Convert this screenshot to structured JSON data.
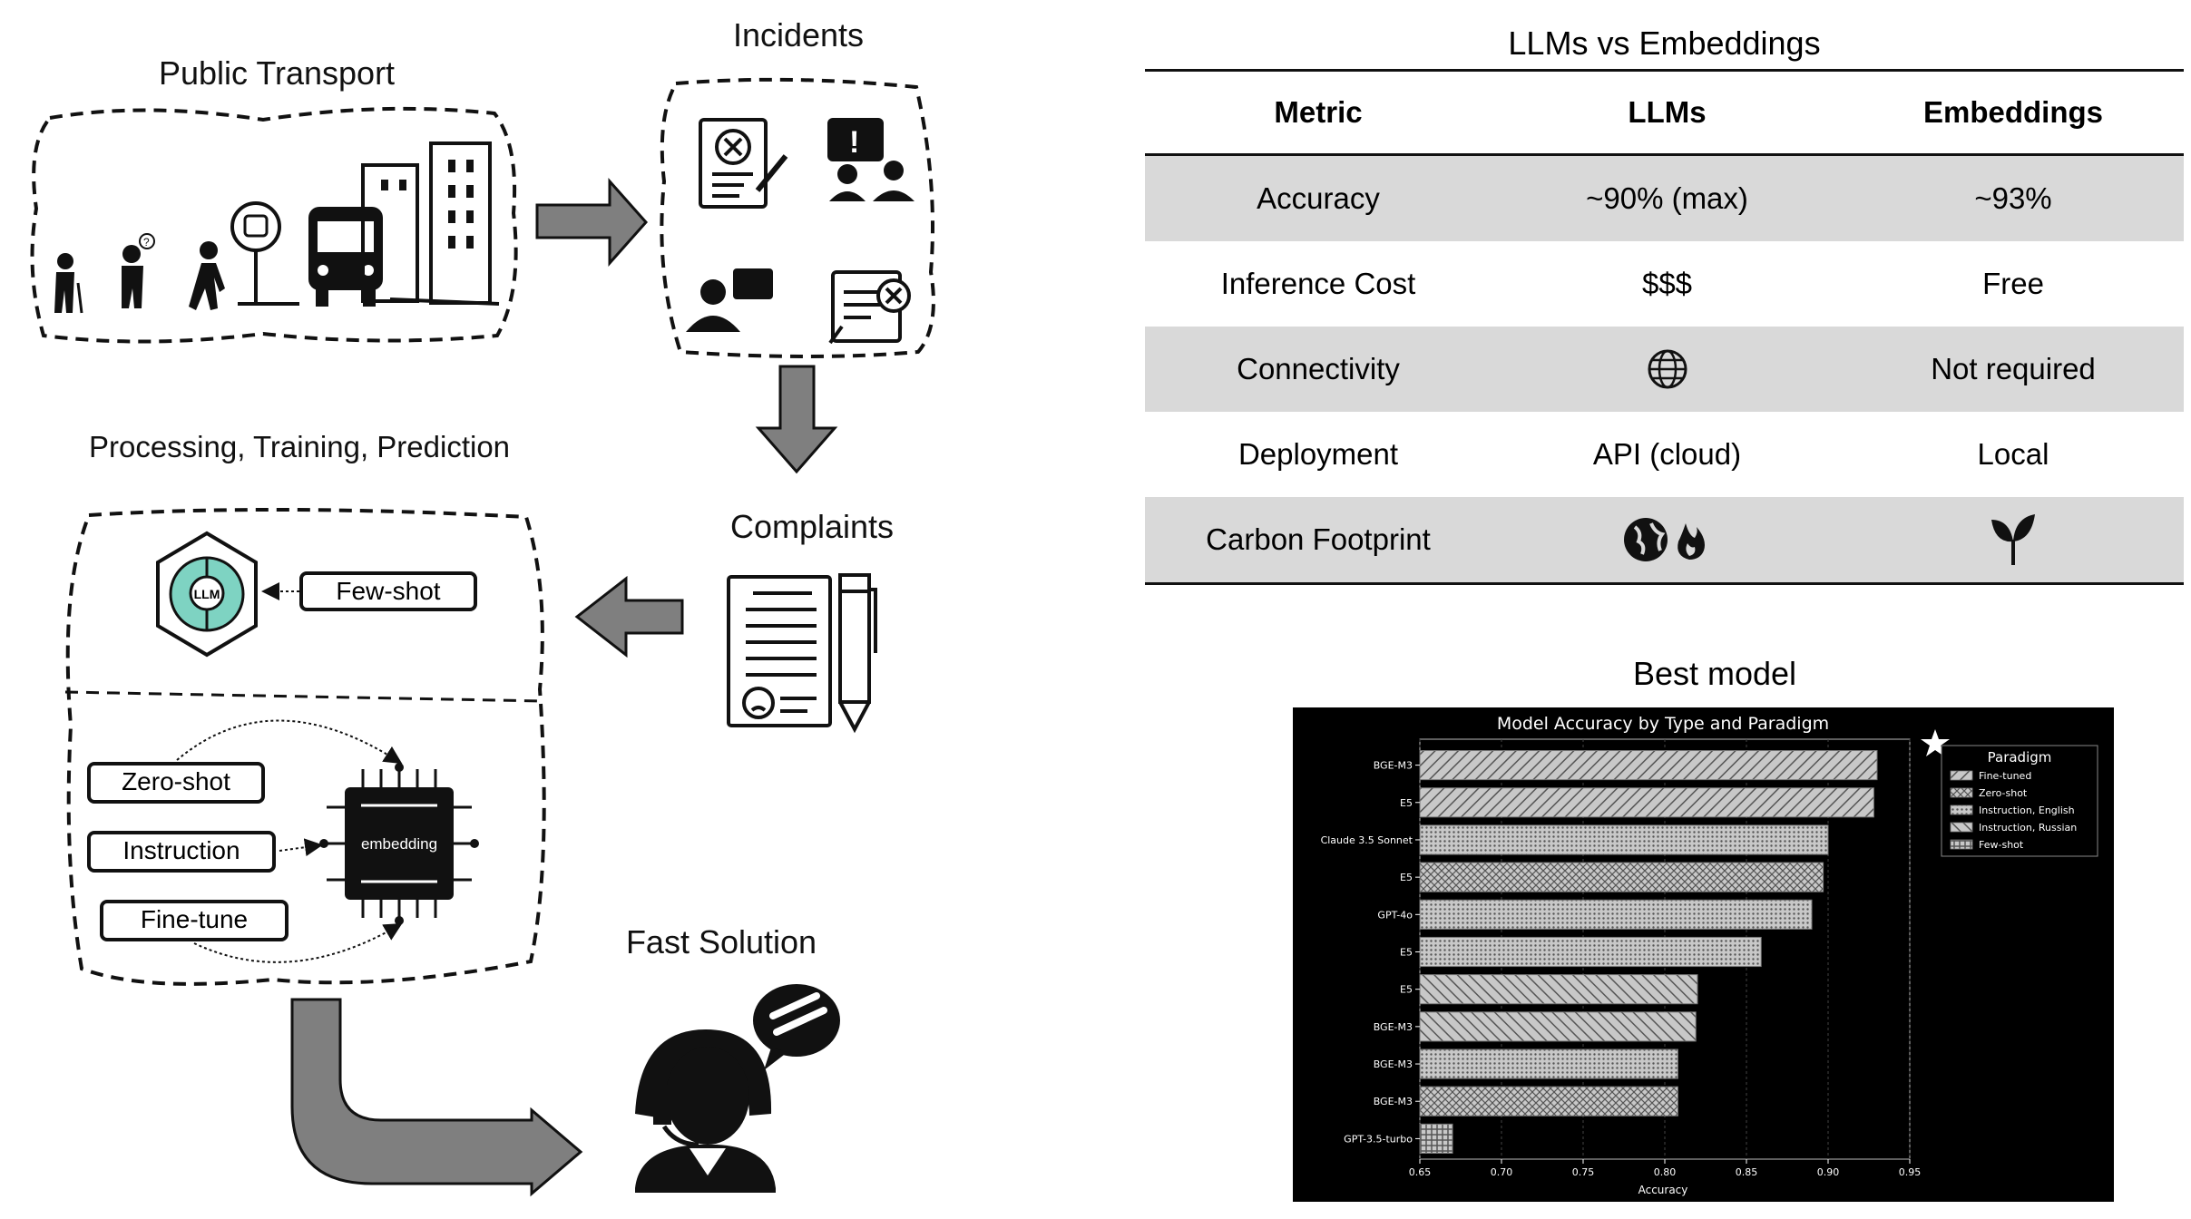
{
  "diagram": {
    "public_transport": "Public Transport",
    "incidents": "Incidents",
    "complaints": "Complaints",
    "processing": "Processing, Training, Prediction",
    "fast_solution": "Fast Solution",
    "llm_badge": "LLM",
    "few_shot": "Few-shot",
    "zero_shot": "Zero-shot",
    "instruction": "Instruction",
    "fine_tune": "Fine-tune",
    "embedding": "embedding",
    "icons": [
      "elderly-person-icon",
      "confused-person-icon",
      "walking-person-icon",
      "bus-stop-icon",
      "bus-icon",
      "buildings-icon",
      "rejected-document-icon",
      "alert-person-icon",
      "chat-person-icon",
      "document-search-icon",
      "complaint-form-icon",
      "pencil-icon",
      "llm-brain-icon",
      "embedding-chip-icon",
      "support-agent-icon",
      "speech-bubble-icon"
    ]
  },
  "table": {
    "title": "LLMs vs Embeddings",
    "headers": [
      "Metric",
      "LLMs",
      "Embeddings"
    ],
    "rows": [
      {
        "metric": "Accuracy",
        "llm": "~90% (max)",
        "emb": "~93%"
      },
      {
        "metric": "Inference Cost",
        "llm": "$$$",
        "emb": "Free"
      },
      {
        "metric": "Connectivity",
        "llm": "globe-icon",
        "emb": "Not required"
      },
      {
        "metric": "Deployment",
        "llm": "API (cloud)",
        "emb": "Local"
      },
      {
        "metric": "Carbon Footprint",
        "llm": "earth-fire-icon",
        "emb": "sprout-icon"
      }
    ],
    "shade_color": "#d9d9d9"
  },
  "best_model_label": "Best model",
  "chart_data": {
    "type": "bar",
    "orientation": "horizontal",
    "title": "Model Accuracy by Type and Paradigm",
    "xlabel": "Accuracy",
    "ylabel": "",
    "xlim": [
      0.65,
      0.95
    ],
    "xticks": [
      "0.65",
      "0.70",
      "0.75",
      "0.80",
      "0.85",
      "0.90",
      "0.95"
    ],
    "categories": [
      "BGE-M3",
      "E5",
      "Claude 3.5 Sonnet",
      "E5",
      "GPT-4o",
      "E5",
      "E5",
      "BGE-M3",
      "BGE-M3",
      "BGE-M3",
      "GPT-3.5-turbo"
    ],
    "values": [
      0.93,
      0.928,
      0.9,
      0.897,
      0.89,
      0.859,
      0.82,
      0.819,
      0.808,
      0.808,
      0.67
    ],
    "paradigms": [
      "Fine-tuned",
      "Fine-tuned",
      "Instruction, English",
      "Zero-shot",
      "Instruction, English",
      "Instruction, English",
      "Instruction, Russian",
      "Instruction, Russian",
      "Instruction, English",
      "Zero-shot",
      "Few-shot"
    ],
    "legend": {
      "title": "Paradigm",
      "entries": [
        "Fine-tuned",
        "Zero-shot",
        "Instruction, English",
        "Instruction, Russian",
        "Few-shot"
      ],
      "placement": "top-right"
    },
    "best_marker": "star",
    "grid": "vertical",
    "background": "#000000",
    "bar_color": "#c8c8c8"
  }
}
